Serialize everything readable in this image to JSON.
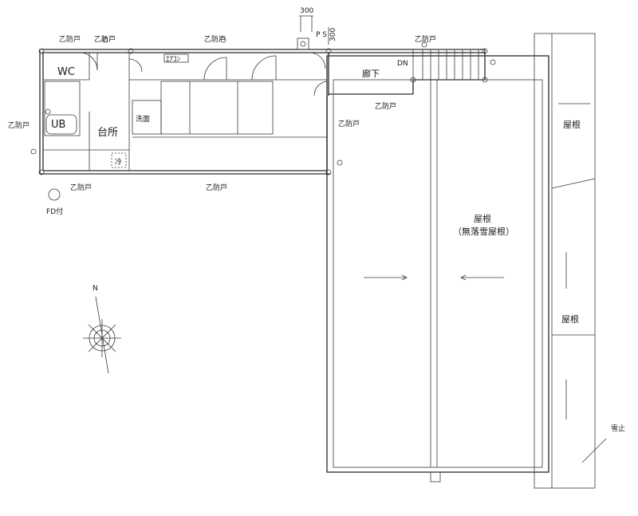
{
  "labels": {
    "wc": "WC",
    "ub": "UB",
    "kitchen": "台所",
    "corridor": "廊下",
    "down": "DN",
    "ps": "P S",
    "dim_300": "300",
    "dim_top": "300",
    "aircon": "ｴｱｺﾝ",
    "washer": "洗面",
    "fridge": "冷",
    "fd": "FD付",
    "north": "N",
    "roof_main": "屋根",
    "roof_main_sub": "（無落雪屋根）",
    "roof_right_top": "屋根",
    "roof_right_mid": "屋根",
    "snow_stop": "雪止"
  },
  "fire_doors": {
    "d1": "乙防戸",
    "d2": "乙防戸",
    "d3": "乙防戸",
    "d4": "乙防戸",
    "d5": "乙防戸",
    "d6": "乙防戸",
    "d7": "乙防戸",
    "d8": "乙防戸",
    "d9": "乙防戸"
  },
  "colors": {
    "line": "#2a2a2a",
    "background": "#ffffff"
  },
  "icons": [
    "compass-rose-icon",
    "fire-damper-icon",
    "stair-icon",
    "pipe-space-icon"
  ]
}
